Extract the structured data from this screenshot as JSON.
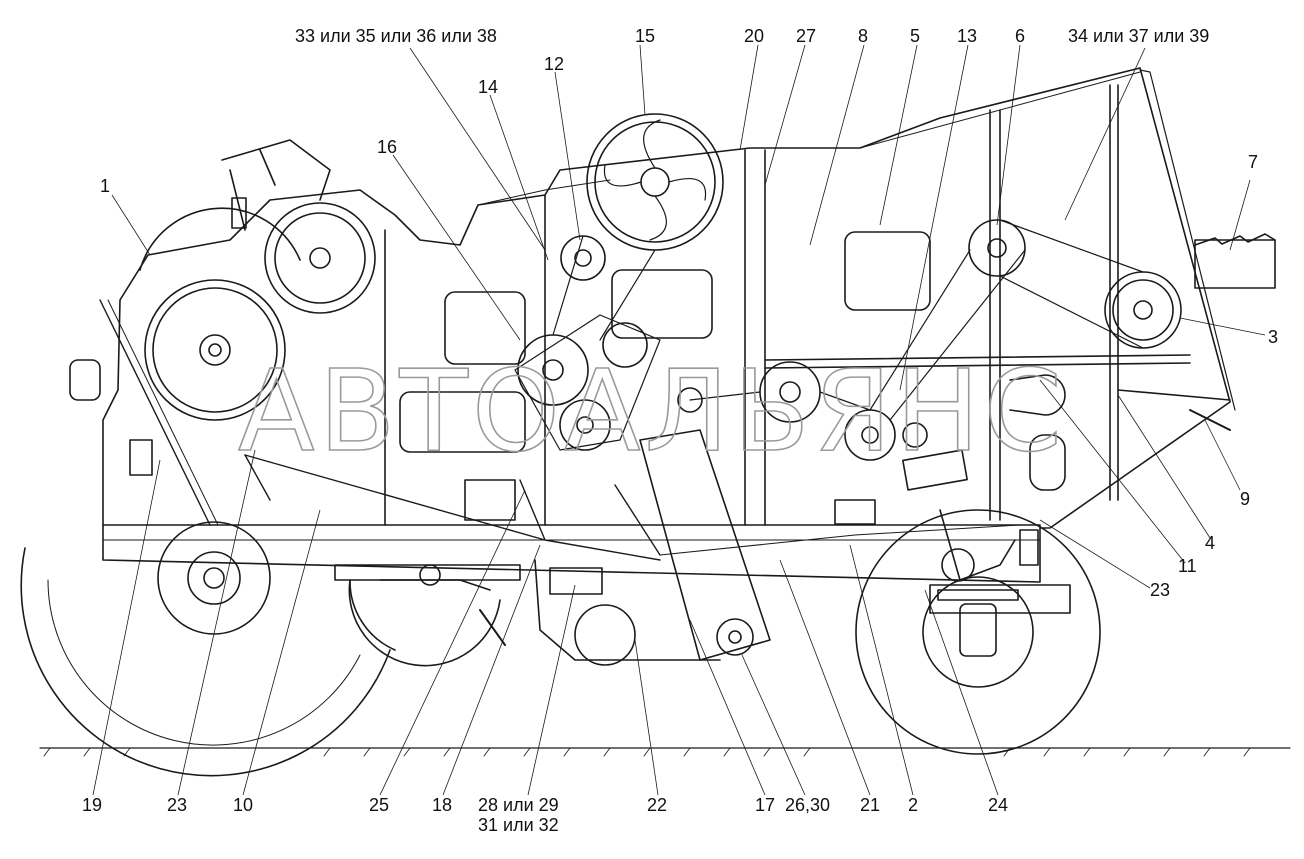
{
  "watermark": "АВТОАЛЬЯНС",
  "callouts": {
    "c1": "1",
    "c33": "33 или 35 или 36 или 38",
    "c15": "15",
    "c20": "20",
    "c27": "27",
    "c8": "8",
    "c5": "5",
    "c13": "13",
    "c6": "6",
    "c34": "34 или 37 или 39",
    "c12": "12",
    "c14": "14",
    "c16": "16",
    "c7": "7",
    "c3": "3",
    "c9": "9",
    "c4": "4",
    "c11": "11",
    "c23r": "23",
    "c19": "19",
    "c23l": "23",
    "c10": "10",
    "c25": "25",
    "c18": "18",
    "c28a": "28 или 29",
    "c28b": "31 или 32",
    "c22": "22",
    "c17": "17",
    "c26": "26,30",
    "c21": "21",
    "c2": "2",
    "c24": "24"
  }
}
